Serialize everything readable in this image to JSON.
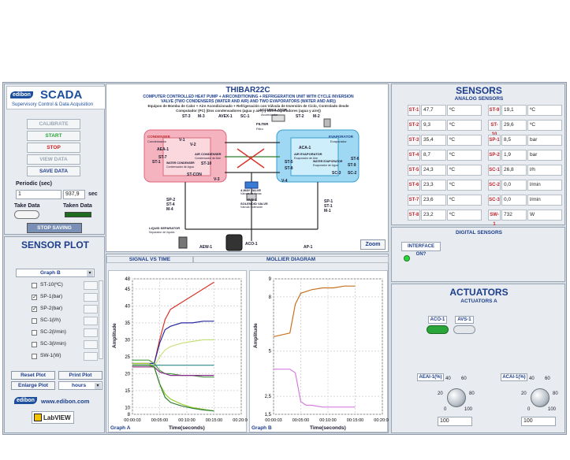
{
  "brand": {
    "logo": "edibon",
    "title": "SCADA",
    "subtitle": "Supervisory Control & Data Acquisition"
  },
  "controls": {
    "calibrate": "CALIBRATE",
    "start": "START",
    "stop": "STOP",
    "view_data": "VIEW DATA",
    "save_data": "SAVE DATA"
  },
  "periodic": {
    "label": "Periodic (sec)",
    "value": "1",
    "elapsed": "937,9",
    "unit": "sec"
  },
  "data_status": {
    "take_label": "Take Data",
    "taken_label": "Taken Data",
    "stop_saving": "STOP SAVING"
  },
  "diagram": {
    "title": "THIBAR22C",
    "subtitle": "COMPUTER CONTROLLED HEAT PUMP + AIRCONDITIONING + REFRIGERATION UNIT WITH CYCLE INVERSION VALVE (TWO CONDENSERS (WATER AND AIR) AND TWO EVAPORATORS (WATER AND AIR))",
    "subtitle_es": "Equipos de Bomba de Calor + Aire Acondicionado + Refrigeración con Válvula de Inversión de Ciclo, Controlado desde Computador (PC) (Dos condensadores (agua y aire) y dos evaporadores (agua y aire))",
    "zoom": "Zoom",
    "labels": {
      "condenser": "CONDENSER",
      "condenser_es": "Condensador",
      "evaporator": "EVAPORATOR",
      "evaporator_es": "Evaporador",
      "accumulator": "ACCUMULATOR",
      "accumulator_es": "Acumulador",
      "filter": "FILTER",
      "filter_es": "Filtro",
      "aea": "AEA-1",
      "aea_lbl": "AIR CONDENSER",
      "aea_es": "Condensador de Aire",
      "ac1": "ACA-1",
      "ac1_lbl": "AIR EVAPORATOR",
      "ac1_es": "Evaporador de Aire",
      "wcond": "WATER CONDENSER",
      "wcond_es": "Condensador de Agua",
      "wevap": "WATER EVAPORATOR",
      "wevap_es": "Evaporador de Agua",
      "valve4": "4-WAY VALVE",
      "valve4_es": "Válvula de 4 vías",
      "avs": "AVS-1",
      "avs_lbl": "SOLENOID VALVE",
      "avs_es": "Válvula Solenoide",
      "liquid": "LIQUID SEPARATOR",
      "liquid_es": "Separador de líquido",
      "aco": "ACO-1",
      "aew": "AEW-1",
      "ap": "AP-1",
      "st3": "ST-3",
      "m3": "M-3",
      "avex": "AVEX-1",
      "sc1": "SC-1",
      "st2": "ST-2",
      "m2": "M-2",
      "v1": "V-1",
      "v2": "V-2",
      "v3": "V-3",
      "v4": "V-4",
      "st7": "ST-7",
      "st1": "ST-1",
      "st10": "ST-10",
      "stcon": "ST-CON",
      "st5": "ST-5",
      "st8": "ST-8",
      "st6": "ST-6",
      "sc3": "SC-3",
      "sc2": "SC-2",
      "st9": "ST-9",
      "sp2": "SP-2",
      "st4": "ST-4",
      "m4": "M-4",
      "sp1": "SP-1",
      "st1b": "ST-1",
      "m1": "M-1"
    }
  },
  "sensors": {
    "title": "SENSORS",
    "analog_title": "ANALOG SENSORS",
    "left": [
      {
        "name": "ST-1",
        "value": "47,7",
        "unit": "ºC"
      },
      {
        "name": "ST-2",
        "value": "9,3",
        "unit": "ºC"
      },
      {
        "name": "ST-3",
        "value": "35,4",
        "unit": "ºC"
      },
      {
        "name": "ST-4",
        "value": "8,7",
        "unit": "ºC"
      },
      {
        "name": "ST-5",
        "value": "24,3",
        "unit": "ºC"
      },
      {
        "name": "ST-6",
        "value": "23,3",
        "unit": "ºC"
      },
      {
        "name": "ST-7",
        "value": "23,6",
        "unit": "ºC"
      },
      {
        "name": "ST-8",
        "value": "23,2",
        "unit": "ºC"
      }
    ],
    "right": [
      {
        "name": "ST-9",
        "value": "19,1",
        "unit": "ºC"
      },
      {
        "name": "ST-10",
        "value": "29,6",
        "unit": "ºC"
      },
      {
        "name": "SP-1",
        "value": "8,5",
        "unit": "bar"
      },
      {
        "name": "SP-2",
        "value": "1,9",
        "unit": "bar"
      },
      {
        "name": "SC-1",
        "value": "26,8",
        "unit": "l/h"
      },
      {
        "name": "SC-2",
        "value": "0,0",
        "unit": "l/min"
      },
      {
        "name": "SC-3",
        "value": "0,0",
        "unit": "l/min"
      },
      {
        "name": "SW-1",
        "value": "732",
        "unit": "W"
      }
    ],
    "digital_title": "DIGITAL SENSORS",
    "interface": "INTERFACE ON?"
  },
  "actuators": {
    "title": "ACTUATORS",
    "sub": "ACTUATORS A",
    "aco": "ACO-1",
    "avs": "AVS-1",
    "aeai": {
      "label": "AEAI-1(%)",
      "value": "100",
      "t0": "0",
      "t20": "20",
      "t40": "40",
      "t60": "60",
      "t80": "80",
      "t100": "100"
    },
    "acai": {
      "label": "ACAI-1(%)",
      "value": "100",
      "t0": "0",
      "t20": "20",
      "t40": "40",
      "t60": "60",
      "t80": "80",
      "t100": "100"
    }
  },
  "plot": {
    "title": "SENSOR PLOT",
    "tab1": "SIGNAL VS TIME",
    "tab2": "MOLLIER DIAGRAM",
    "graph_select": "Graph B",
    "channels": [
      {
        "label": "ST-10(ºC)",
        "checked": ""
      },
      {
        "label": "SP-1(bar)",
        "checked": "✓"
      },
      {
        "label": "SP-2(bar)",
        "checked": "✓"
      },
      {
        "label": "SC-1(l/h)",
        "checked": ""
      },
      {
        "label": "SC-2(l/min)",
        "checked": ""
      },
      {
        "label": "SC-3(l/min)",
        "checked": ""
      },
      {
        "label": "SW-1(W)",
        "checked": ""
      }
    ],
    "reset": "Reset Plot",
    "print": "Print Plot",
    "enlarge": "Enlarge Plot",
    "units": "hours",
    "website": "www.edibon.com",
    "labview": "LabVIEW"
  },
  "chart_data": [
    {
      "type": "line",
      "title": "Graph A",
      "xlabel": "Time(seconds)",
      "ylabel": "Amplitude",
      "x_ticks": [
        "00:00:03",
        "00:05:00",
        "00:10:00",
        "00:15:00",
        "00:20:00"
      ],
      "y_ticks": [
        "8",
        "10",
        "15",
        "20",
        "25",
        "30",
        "35",
        "40",
        "45",
        "48"
      ],
      "ylim": [
        8,
        48
      ],
      "x_minutes": [
        0,
        3,
        4,
        5,
        6,
        7,
        9,
        11,
        13,
        15
      ],
      "series": [
        {
          "color": "#d9342b",
          "values": [
            23,
            23,
            23,
            30,
            36,
            39,
            41,
            43,
            45,
            47
          ]
        },
        {
          "color": "#2a2aa0",
          "values": [
            23,
            23,
            23,
            29,
            33,
            34,
            35,
            35,
            35.5,
            35.5
          ]
        },
        {
          "color": "#c8e07a",
          "values": [
            22,
            22,
            22,
            25,
            27,
            28,
            29,
            29.5,
            30,
            30
          ]
        },
        {
          "color": "#4a9d4a",
          "values": [
            24,
            24,
            23,
            21,
            20,
            20,
            19.5,
            19.5,
            19,
            19
          ]
        },
        {
          "color": "#8a2a8a",
          "values": [
            22,
            22,
            22,
            20.5,
            20,
            19.5,
            19.5,
            19.5,
            19.5,
            19.5
          ]
        },
        {
          "color": "#2a8a8a",
          "values": [
            22.5,
            22.5,
            22.5,
            22.5,
            22.5,
            22.5,
            22.5,
            22.5,
            22.5,
            22.5
          ]
        },
        {
          "color": "#9acd32",
          "values": [
            23,
            23,
            22,
            17,
            14,
            12.5,
            11,
            10,
            9.5,
            9
          ]
        },
        {
          "color": "#2e7d32",
          "values": [
            22.5,
            22.5,
            22,
            17,
            13,
            11.5,
            10.5,
            9.8,
            9.3,
            9
          ]
        }
      ]
    },
    {
      "type": "line",
      "title": "Graph B",
      "xlabel": "Time(seconds)",
      "ylabel": "Amplitude",
      "x_ticks": [
        "00:00:03",
        "00:05:00",
        "00:10:00",
        "00:15:00",
        "00:20:00"
      ],
      "y_ticks": [
        "1,5",
        "2,5",
        "5",
        "8",
        "9"
      ],
      "series": [
        {
          "name": "SP-1(bar)",
          "color": "#c8701e",
          "values": [
            5.8,
            6,
            7.6,
            8.2,
            8.3,
            8.4,
            8.5,
            8.5,
            8.6,
            8.6
          ]
        },
        {
          "name": "SP-2(bar)",
          "color": "#d77be0",
          "values": [
            4,
            4,
            3.8,
            2.2,
            2,
            2,
            1.9,
            1.9,
            1.9,
            1.9
          ]
        }
      ]
    }
  ]
}
